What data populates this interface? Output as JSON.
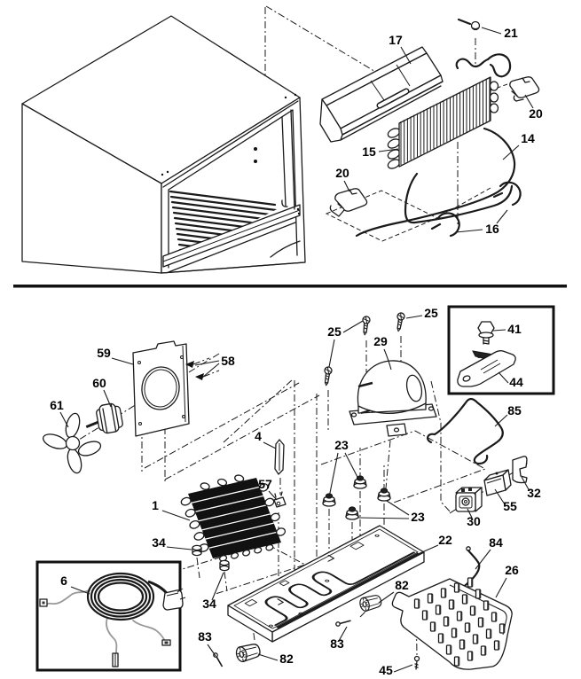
{
  "figure": {
    "type": "exploded-parts-diagram",
    "subject": "refrigerator sealed system / machine compartment",
    "colors": {
      "ink": "#1a1a1a",
      "solid_fill": "#111111",
      "background": "#ffffff"
    },
    "sections": [
      {
        "name": "cabinet-evaporator-assembly",
        "position": "top"
      },
      {
        "name": "compressor-base-assembly",
        "position": "bottom"
      }
    ],
    "parts_visible": [
      "1",
      "4",
      "6",
      "14",
      "15",
      "16",
      "17",
      "20",
      "21",
      "22",
      "23",
      "25",
      "26",
      "29",
      "30",
      "32",
      "34",
      "41",
      "44",
      "45",
      "55",
      "57",
      "58",
      "59",
      "60",
      "61",
      "82",
      "83",
      "84",
      "85"
    ],
    "callouts": {
      "c17": "17",
      "c21": "21",
      "c20r": "20",
      "c15": "15",
      "c14": "14",
      "c20l": "20",
      "c16": "16",
      "c59": "59",
      "c58": "58",
      "c60": "60",
      "c61": "61",
      "c4": "4",
      "c25a": "25",
      "c25b": "25",
      "c29": "29",
      "c41": "41",
      "c44": "44",
      "c85": "85",
      "c23a": "23",
      "c23b": "23",
      "c32": "32",
      "c55": "55",
      "c30": "30",
      "c57": "57",
      "c1": "1",
      "c34a": "34",
      "c34b": "34",
      "c22": "22",
      "c84": "84",
      "c26": "26",
      "c6": "6",
      "c82a": "82",
      "c82b": "82",
      "c83a": "83",
      "c83b": "83",
      "c45": "45"
    }
  }
}
